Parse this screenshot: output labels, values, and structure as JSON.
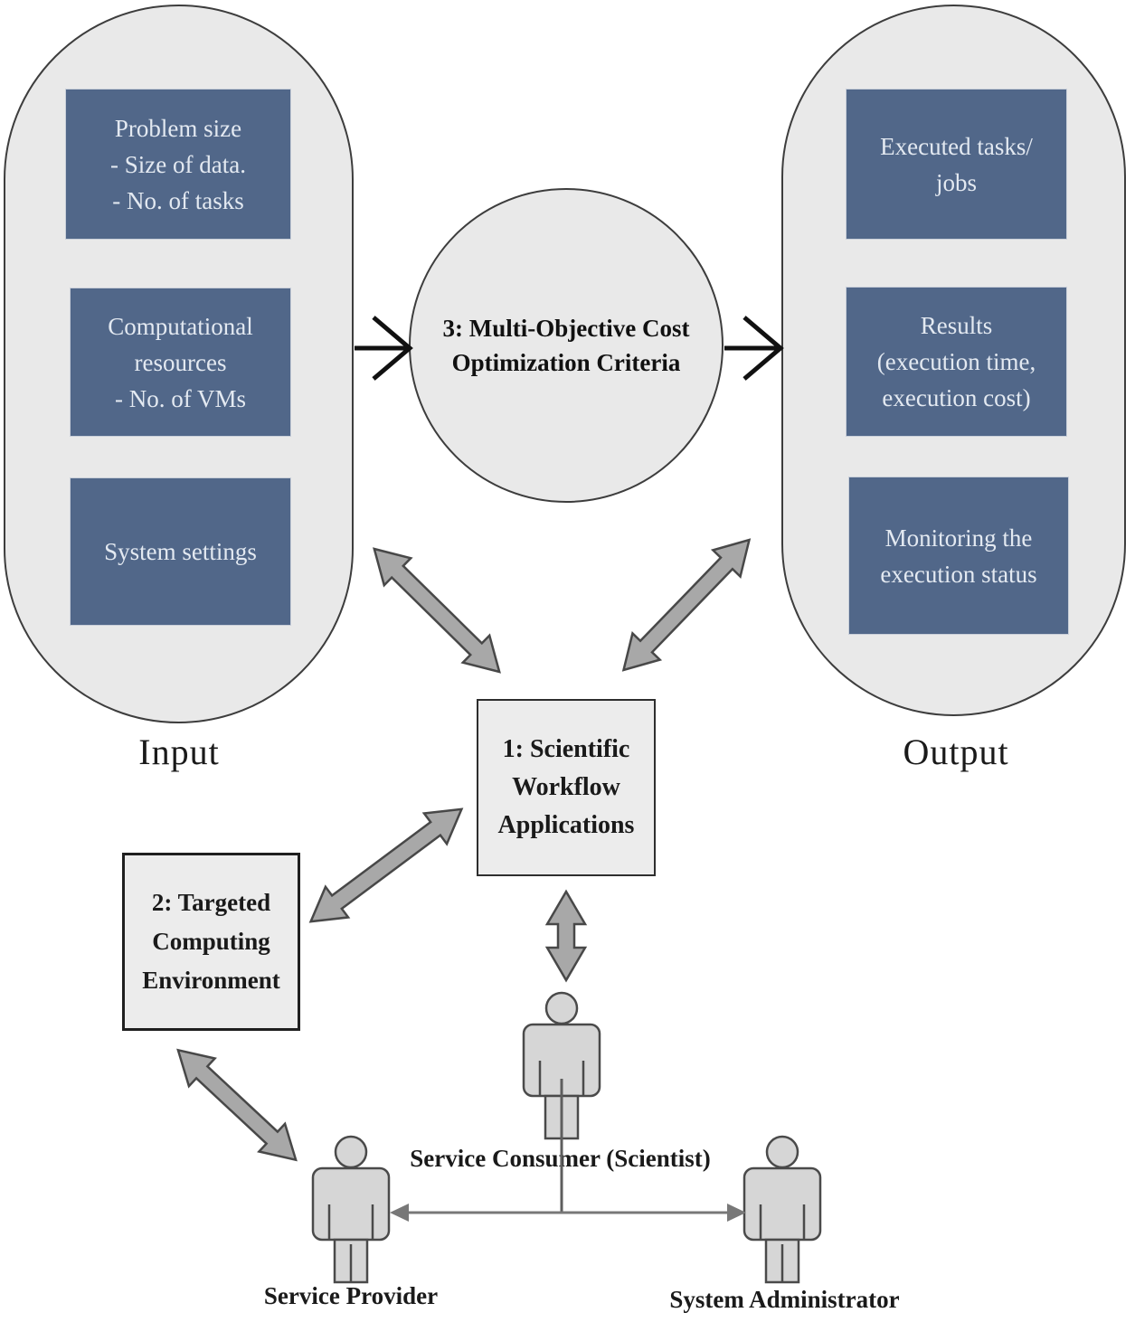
{
  "diagram": {
    "input_group": {
      "label": "Input",
      "boxes": [
        {
          "lines": [
            "Problem size",
            "- Size of data.",
            "- No. of tasks"
          ]
        },
        {
          "lines": [
            "Computational",
            "resources",
            "- No. of VMs"
          ]
        },
        {
          "lines": [
            "System settings"
          ]
        }
      ]
    },
    "output_group": {
      "label": "Output",
      "boxes": [
        {
          "lines": [
            "Executed tasks/",
            "jobs"
          ]
        },
        {
          "lines": [
            "Results",
            "(execution time,",
            "execution cost)"
          ]
        },
        {
          "lines": [
            "Monitoring the",
            "execution status"
          ]
        }
      ]
    },
    "optimization_circle": {
      "lines": [
        "3: Multi-Objective Cost",
        "Optimization Criteria"
      ]
    },
    "workflow_box": {
      "lines": [
        "1: Scientific",
        "Workflow",
        "Applications"
      ]
    },
    "environment_box": {
      "lines": [
        "2: Targeted",
        "Computing",
        "Environment"
      ]
    },
    "actors": {
      "consumer": {
        "label": "Service Consumer (Scientist)"
      },
      "provider": {
        "label": "Service Provider"
      },
      "admin": {
        "label": "System Administrator"
      }
    },
    "colors": {
      "panel_fill": "#e9e9e9",
      "panel_border": "#3d3d3d",
      "blue_box_fill": "#516789",
      "blue_box_text": "#e3e9f1",
      "double_arrow_fill": "#a8a8a8",
      "double_arrow_stroke": "#484848",
      "black_arrow": "#111111",
      "connector_gray": "#787878",
      "person_fill": "#d6d6d6",
      "person_stroke": "#4a4a4a"
    }
  }
}
